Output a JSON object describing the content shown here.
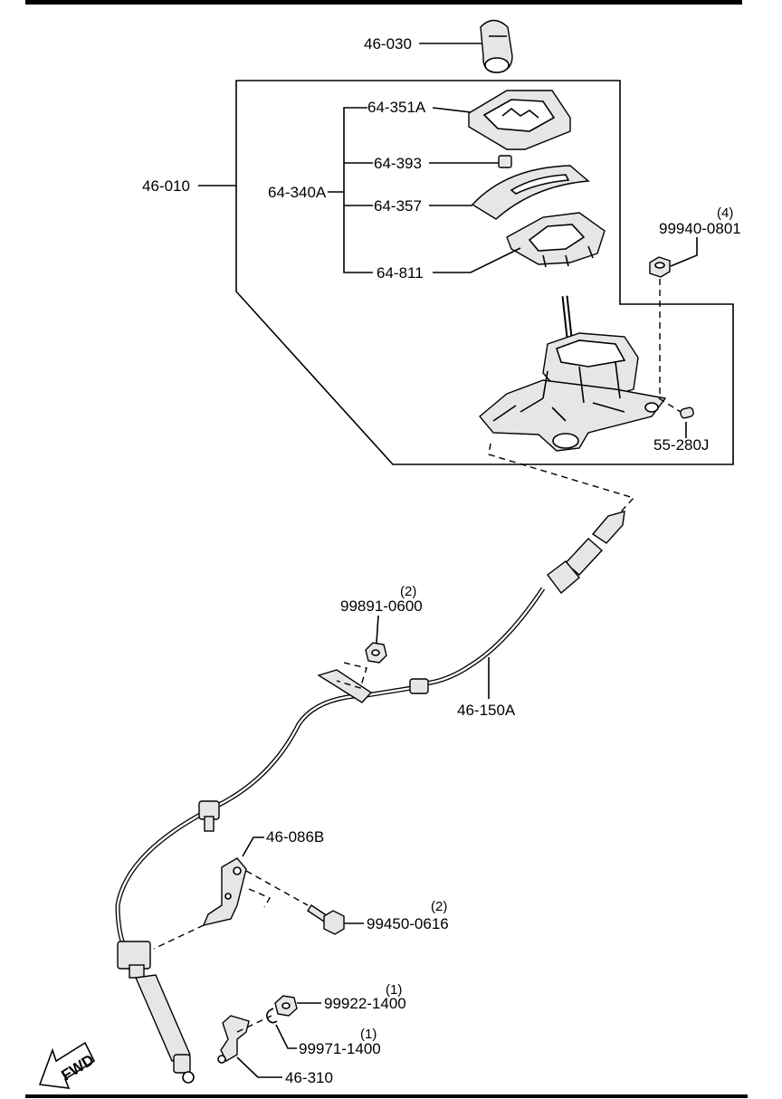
{
  "labels": {
    "p46_030": "46-030",
    "p46_010": "46-010",
    "p64_351A": "64-351A",
    "p64_393": "64-393",
    "p64_340A": "64-340A",
    "p64_357": "64-357",
    "p64_811": "64-811",
    "p99940_0801": "99940-0801",
    "q99940": "(4)",
    "p55_280J": "55-280J",
    "p99891_0600": "99891-0600",
    "q99891": "(2)",
    "p46_150A": "46-150A",
    "p46_086B": "46-086B",
    "p99450_0616": "99450-0616",
    "q99450": "(2)",
    "p99922_1400": "99922-1400",
    "q99922": "(1)",
    "p99971_1400": "99971-1400",
    "q99971": "(1)",
    "p46_310": "46-310",
    "fwd": "FWD"
  },
  "colors": {
    "line": "#000000",
    "background": "#ffffff",
    "part_shade": "#e6e6e6"
  },
  "icons": {
    "fwd_arrow": "fwd-arrow-icon"
  }
}
